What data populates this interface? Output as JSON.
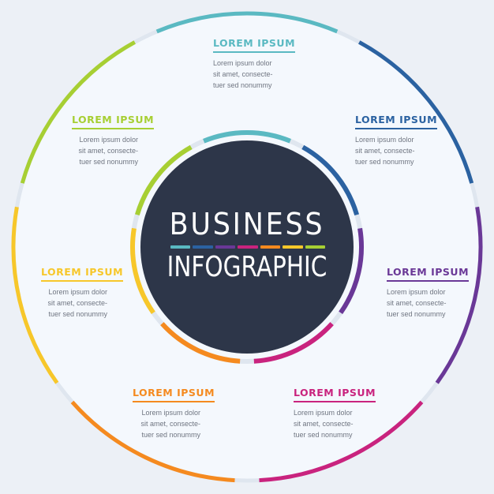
{
  "colors": {
    "teal": "#5ab9c2",
    "blue": "#2b62a1",
    "purple": "#6a3897",
    "magenta": "#c9237e",
    "orange": "#f58a1f",
    "yellow": "#f7c72a",
    "lime": "#a7cf33",
    "gap": "#dfe6ef",
    "center": "#2d3649",
    "ring_fill": "#f4f8fd"
  },
  "center": {
    "line1": "BUSINESS",
    "line2": "INFOGRAPHIC"
  },
  "items": [
    {
      "color_key": "teal",
      "title": "LOREM IPSUM",
      "lines": [
        "Lorem ipsum dolor",
        "sit amet, consecte-",
        "tuer sed nonummy"
      ]
    },
    {
      "color_key": "blue",
      "title": "LOREM IPSUM",
      "lines": [
        "Lorem ipsum dolor",
        "sit amet, consecte-",
        "tuer sed nonummy"
      ]
    },
    {
      "color_key": "purple",
      "title": "LOREM IPSUM",
      "lines": [
        "Lorem ipsum dolor",
        "sit amet, consecte-",
        "tuer sed nonummy"
      ]
    },
    {
      "color_key": "magenta",
      "title": "LOREM IPSUM",
      "lines": [
        "Lorem ipsum dolor",
        "sit amet, consecte-",
        "tuer sed nonummy"
      ]
    },
    {
      "color_key": "orange",
      "title": "LOREM IPSUM",
      "lines": [
        "Lorem ipsum dolor",
        "sit amet, consecte-",
        "tuer sed nonummy"
      ]
    },
    {
      "color_key": "yellow",
      "title": "LOREM IPSUM",
      "lines": [
        "Lorem ipsum dolor",
        "sit amet, consecte-",
        "tuer sed nonummy"
      ]
    },
    {
      "color_key": "lime",
      "title": "LOREM IPSUM",
      "lines": [
        "Lorem ipsum dolor",
        "sit amet, consecte-",
        "tuer sed nonummy"
      ]
    }
  ]
}
